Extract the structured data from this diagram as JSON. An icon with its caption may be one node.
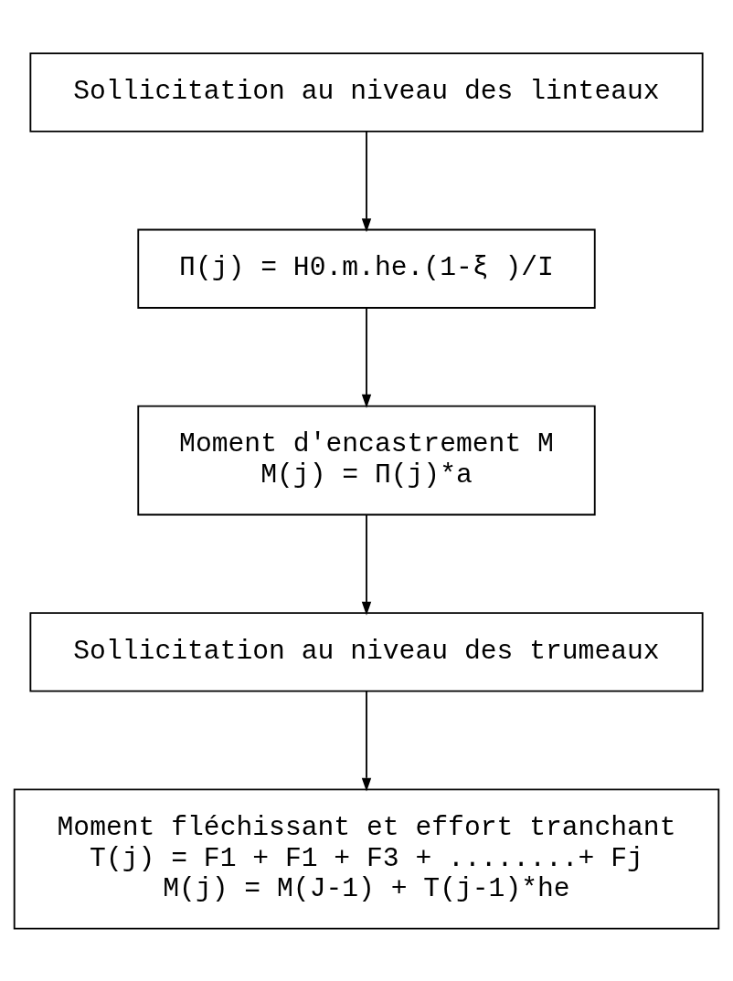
{
  "diagram": {
    "nodes": [
      {
        "text": [
          "Sollicitation au niveau des linteaux"
        ]
      },
      {
        "text": [
          "Π(j) = H0.m.he.(1-ξ )/I"
        ]
      },
      {
        "text": [
          "Moment d'encastrement M",
          "M(j) = Π(j)*a"
        ]
      },
      {
        "text": [
          "Sollicitation au niveau des trumeaux"
        ]
      },
      {
        "text": [
          "Moment fléchissant et effort tranchant",
          "T(j) = F1 + F1 + F3 + ........+ Fj",
          "M(j) = M(J-1) + T(j-1)*he"
        ]
      }
    ],
    "edges": [
      {
        "from": 0,
        "to": 1,
        "arrow": "to"
      },
      {
        "from": 1,
        "to": 2,
        "arrow": "to"
      },
      {
        "from": 2,
        "to": 3,
        "arrow": "to"
      },
      {
        "from": 3,
        "to": 4,
        "arrow": "to"
      }
    ]
  }
}
